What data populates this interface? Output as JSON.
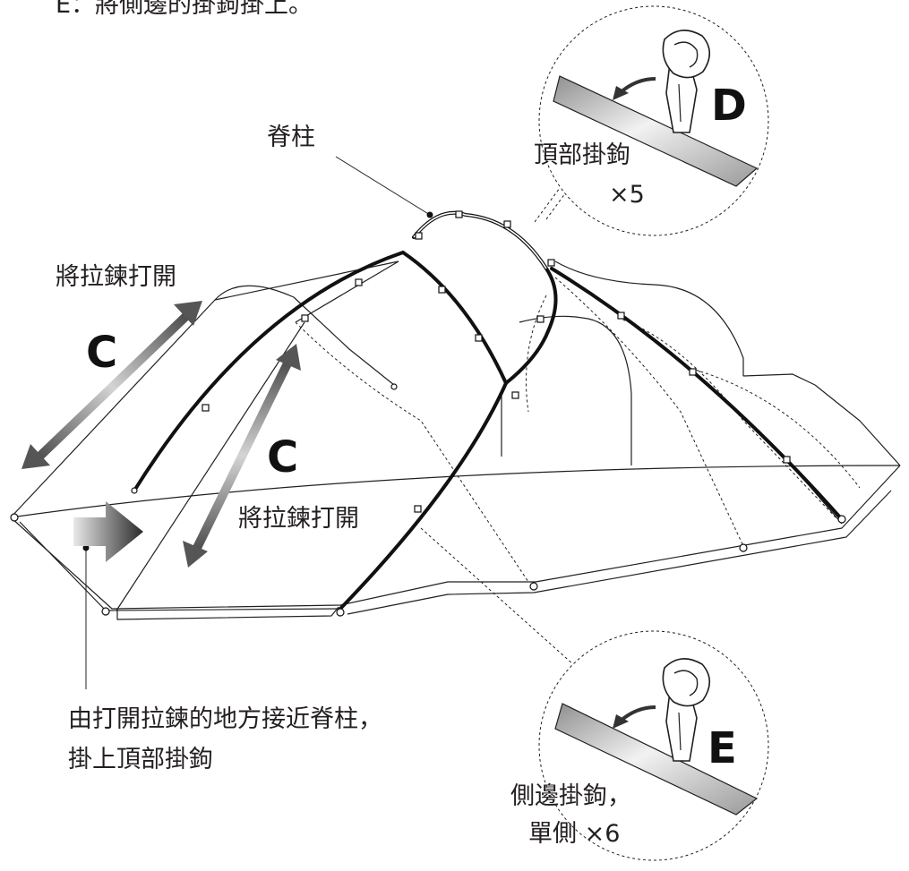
{
  "header": {
    "instruction": "E：將側邊的掛鉤掛上。"
  },
  "labels": {
    "spine": "脊柱",
    "top_hook": "頂部掛鉤",
    "top_hook_count": "×5",
    "zipper_open_upper": "將拉鍊打開",
    "zipper_open_lower": "將拉鍊打開",
    "marker_c_upper": "C",
    "marker_c_lower": "C",
    "marker_d": "D",
    "marker_e": "E",
    "approach_line1": "由打開拉鍊的地方接近脊柱，",
    "approach_line2": "掛上頂部掛鉤",
    "side_hook": "側邊掛鉤，",
    "side_hook_count": "單側 ×6"
  }
}
